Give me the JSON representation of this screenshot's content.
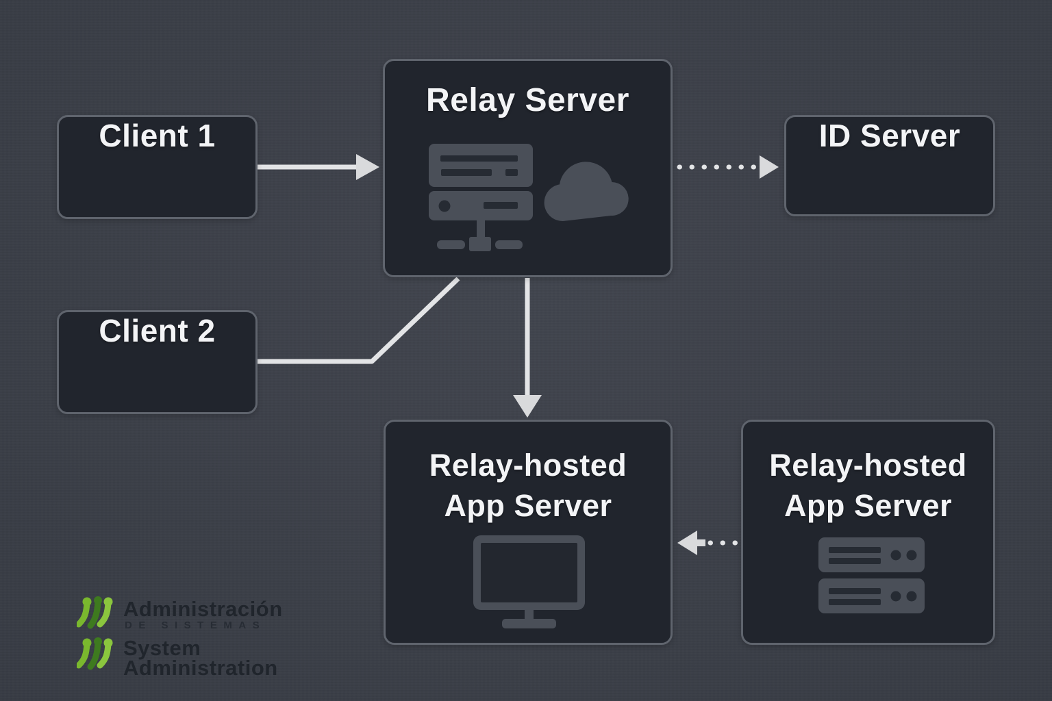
{
  "diagram": {
    "nodes": {
      "client1": {
        "label": "Client 1"
      },
      "client2": {
        "label": "Client 2"
      },
      "relay": {
        "label": "Relay Server"
      },
      "id_server": {
        "label": "ID Server"
      },
      "app_center": {
        "label": "Relay-hosted App Server",
        "label_lines": [
          "Relay-hosted",
          "App Server"
        ]
      },
      "app_right": {
        "label": "Relay-hosted App Server",
        "label_lines": [
          "Relay-hosted",
          "App Server"
        ]
      }
    },
    "edges": [
      {
        "from": "client1",
        "to": "relay",
        "style": "solid-arrow"
      },
      {
        "from": "client2",
        "to": "relay",
        "style": "solid-line"
      },
      {
        "from": "relay",
        "to": "app_center",
        "style": "solid-arrow"
      },
      {
        "from": "relay",
        "to": "id_server",
        "style": "dotted-arrow"
      },
      {
        "from": "app_right",
        "to": "app_center",
        "style": "dotted-arrow"
      }
    ],
    "icons": {
      "relay": [
        "server-network-icon",
        "cloud-icon"
      ],
      "app_center": [
        "monitor-icon"
      ],
      "app_right": [
        "server-rack-icon"
      ]
    },
    "colors": {
      "background": "#3c4049",
      "node_fill": "#21252d",
      "node_border": "#5f646d",
      "node_text": "#f3f4f6",
      "connector": "#e3e4e6",
      "arrowhead": "#d9dadc",
      "icon_gray": "#4a4f58",
      "icon_detail": "#262b33",
      "logo_green_bright": "#8bc63e",
      "logo_green_mid": "#6fb82e",
      "logo_green_dark": "#3e7a1f",
      "logo_text": "#20252c"
    }
  },
  "logo": {
    "line1": "Administración",
    "line2": "DE SISTEMAS",
    "line3": "System",
    "line4": "Administration"
  }
}
